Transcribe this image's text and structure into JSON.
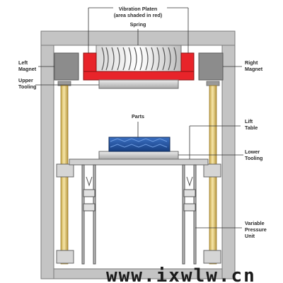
{
  "labels": {
    "vibration_platen_1": "Vibration Platen",
    "vibration_platen_2": "(area shaded in red)",
    "spring": "Spring",
    "left_magnet_1": "Left",
    "left_magnet_2": "Magnet",
    "right_magnet_1": "Right",
    "right_magnet_2": "Magnet",
    "upper_tooling_1": "Upper",
    "upper_tooling_2": "Tooling",
    "parts": "Parts",
    "lift_table_1": "Lift",
    "lift_table_2": "Table",
    "lower_tooling_1": "Lower",
    "lower_tooling_2": "Tooling",
    "variable_pressure_1": "Variable",
    "variable_pressure_2": "Pressure",
    "variable_pressure_3": "Unit"
  },
  "watermark": "www.ixwlw.cn",
  "colors": {
    "frame": "#b9b9b9",
    "frame_dark": "#8a8a8a",
    "platen": "#e8242a",
    "magnet": "#8c8c8c",
    "column": "#e9d38a",
    "parts": "#1f4e9a"
  }
}
